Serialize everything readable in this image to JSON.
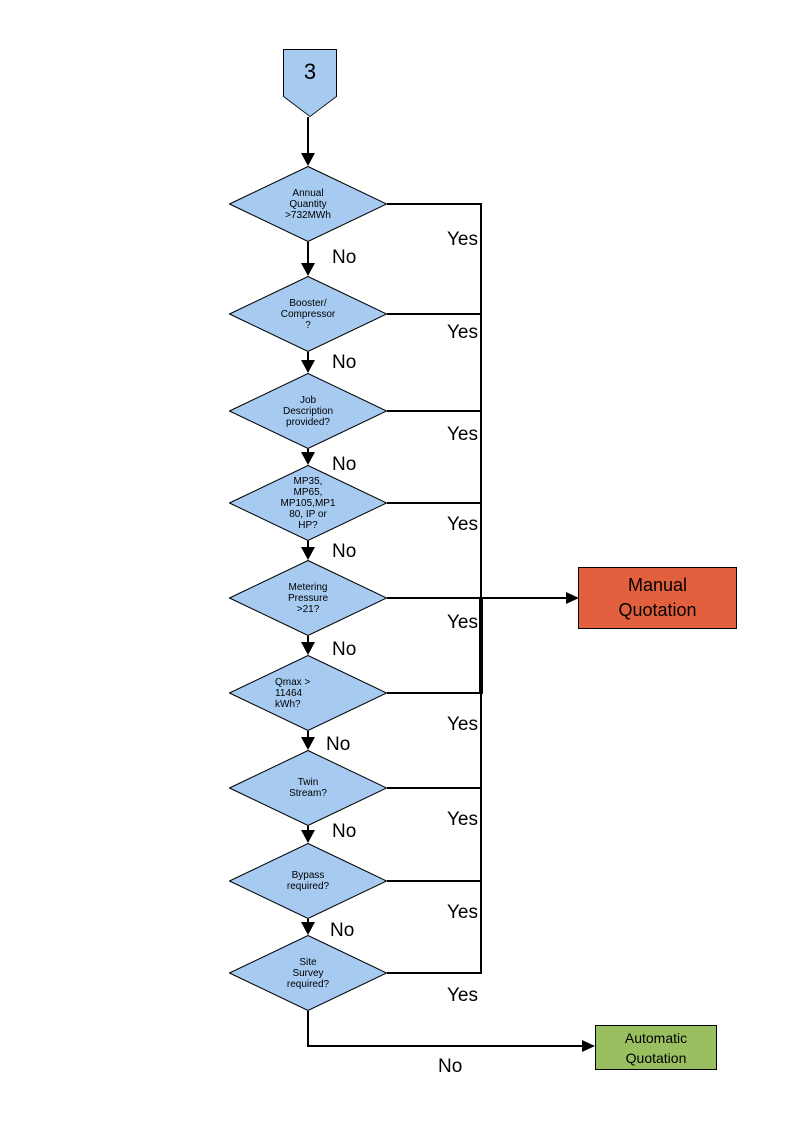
{
  "colors": {
    "diamond-fill": "#A6CAF0",
    "manual-fill": "#E2603E",
    "auto-fill": "#9ABF61"
  },
  "connector": {
    "label": "3"
  },
  "decisions": [
    {
      "id": "annual-quantity",
      "lines": [
        "Annual",
        "Quantity",
        ">732MWh"
      ],
      "yes": "Yes",
      "no": "No"
    },
    {
      "id": "booster-compressor",
      "lines": [
        "Booster/",
        "Compressor",
        "?"
      ],
      "yes": "Yes",
      "no": "No"
    },
    {
      "id": "job-description",
      "lines": [
        "Job",
        "Description",
        "provided?"
      ],
      "yes": "Yes",
      "no": "No"
    },
    {
      "id": "pressure-tier",
      "lines": [
        "MP35,",
        "MP65,",
        "MP105,MP1",
        "80, IP or",
        "HP?"
      ],
      "yes": "Yes",
      "no": "No"
    },
    {
      "id": "metering-pressure",
      "lines": [
        "Metering",
        "Pressure",
        ">21?"
      ],
      "yes": "Yes",
      "no": "No"
    },
    {
      "id": "qmax",
      "lines": [
        "Qmax >",
        "11464",
        "kWh?"
      ],
      "yes": "Yes",
      "no": "No"
    },
    {
      "id": "twin-stream",
      "lines": [
        "Twin",
        "Stream?"
      ],
      "yes": "Yes",
      "no": "No"
    },
    {
      "id": "bypass",
      "lines": [
        "Bypass",
        "required?"
      ],
      "yes": "Yes",
      "no": "No"
    },
    {
      "id": "site-survey",
      "lines": [
        "Site",
        "Survey",
        "required?"
      ],
      "yes": "Yes",
      "no": "No"
    }
  ],
  "outcomes": {
    "manual": {
      "lines": [
        "Manual",
        "Quotation"
      ]
    },
    "automatic": {
      "lines": [
        "Automatic",
        "Quotation"
      ]
    }
  }
}
